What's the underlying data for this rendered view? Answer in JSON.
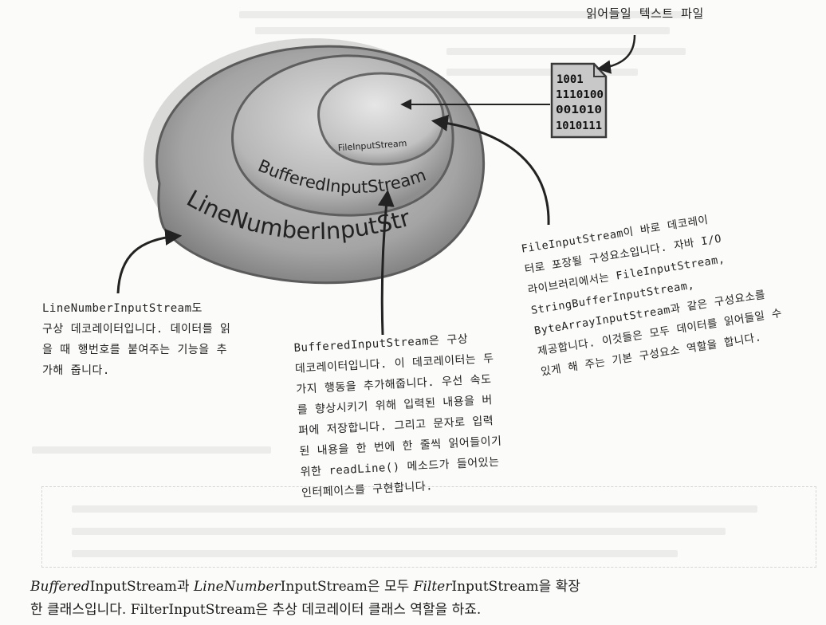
{
  "file_label": "읽어들일 텍스트 파일",
  "file_icon": {
    "lines": [
      "1001",
      "1110100",
      "001010",
      "1010111"
    ]
  },
  "layers": {
    "outer": "LineNumberInputStream",
    "middle": "BufferedInputStream",
    "inner": "FileInputStream"
  },
  "notes": {
    "line_number": [
      "LineNumberInputStream도",
      "구상 데코레이터입니다. 데이터를 읽",
      "을 때 행번호를 붙여주는 기능을 추",
      "가해 줍니다."
    ],
    "buffered": [
      "BufferedInputStream은 구상",
      "데코레이터입니다. 이 데코레이터는 두",
      "가지 행동을 추가해줍니다. 우선 속도",
      "를 향상시키기 위해 입력된 내용을 버",
      "퍼에 저장합니다. 그리고 문자로 입력",
      "된 내용을 한 번에 한 줄씩 읽어들이기",
      "위한 readLine() 메소드가 들어있는",
      "인터페이스를 구현합니다."
    ],
    "file": [
      "FileInputStream이 바로 데코레이",
      "터로 포장될 구성요소입니다. 자바 I/O",
      "라이브러리에서는 FileInputStream,",
      "StringBufferInputStream,",
      "ByteArrayInputStream과 같은 구성요소를",
      "제공합니다. 이것들은 모두 데이터를 읽어들일 수",
      "있게 해 주는 기본 구성요소 역할을 합니다."
    ]
  },
  "caption": {
    "line1_b1": "Buffered",
    "line1_t1": "InputStream과 ",
    "line1_b2": "LineNumber",
    "line1_t2": "InputStream은 모두 ",
    "line1_b3": "Filter",
    "line1_t3": "InputStream을 확장",
    "line2": "한 클래스입니다. FilterInputStream은 추상 데코레이터 클래스 역할을 하죠."
  }
}
